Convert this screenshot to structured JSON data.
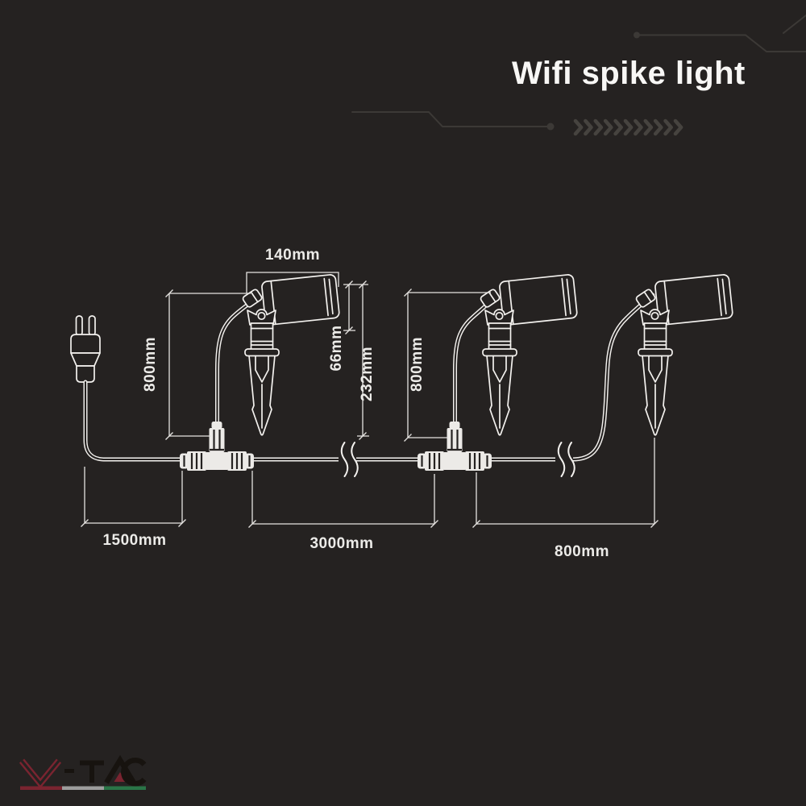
{
  "page": {
    "background_color": "#252221"
  },
  "header": {
    "title": "Wifi spike light",
    "decor": {
      "chevron_count": 11
    }
  },
  "diagram": {
    "labels": {
      "head_length": "140mm",
      "head_diameter": "66mm",
      "fixture_total_height": "232mm",
      "drop_cable_left": "800mm",
      "drop_cable_middle": "800mm",
      "cable_plug_to_tee1": "1500mm",
      "cable_tee1_to_tee2": "3000mm",
      "cable_tee2_to_end": "800mm"
    }
  },
  "footer": {
    "brand": "V-TAC"
  },
  "colors": {
    "background": "#252221",
    "drawing_line": "#f3f1ee",
    "dimension_line": "#e6e4e1",
    "decor_line": "#3c3936",
    "logo_red": "#7a2430",
    "logo_dark": "#17130f",
    "logo_silver": "#9d9d9d",
    "logo_green": "#2a7547"
  }
}
